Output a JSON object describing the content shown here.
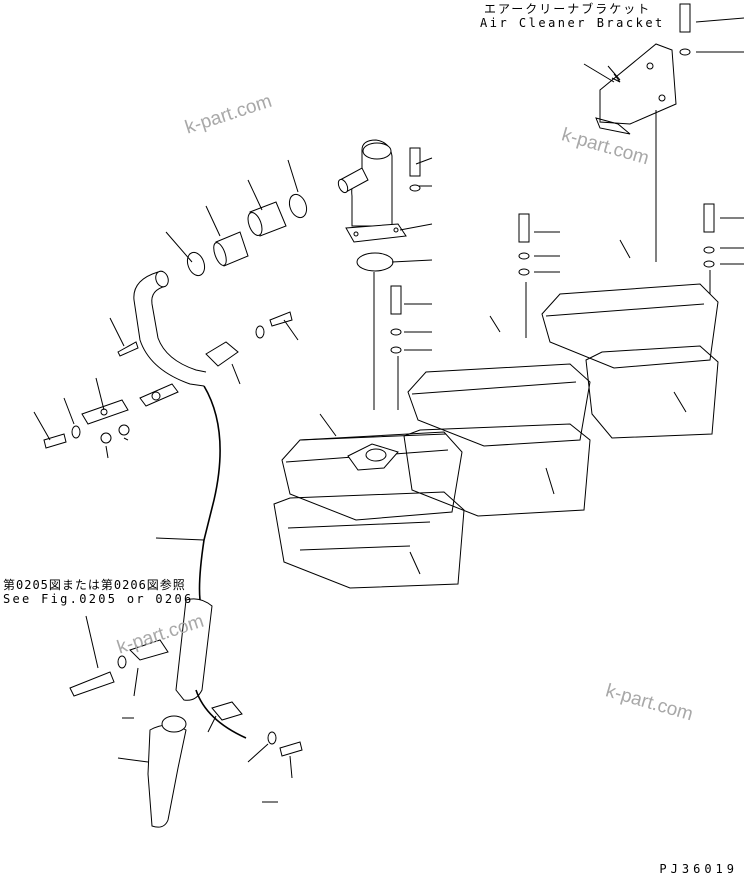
{
  "labels": {
    "bracket_jp": "エアークリーナブラケット",
    "bracket_en": "Air Cleaner Bracket",
    "ref_jp": "第0205図または第0206図参照",
    "ref_en": "See Fig.0205 or 0206",
    "drawing_code": "PJ36019"
  },
  "watermark": "k-part.com"
}
